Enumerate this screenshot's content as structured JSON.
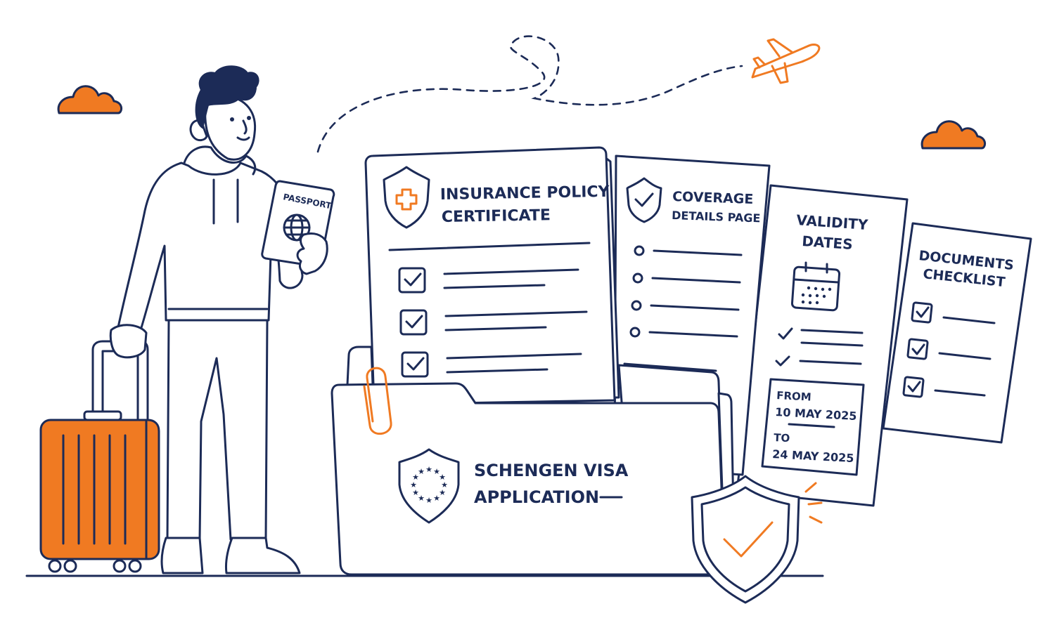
{
  "passport": {
    "label": "PASSPORT"
  },
  "insurance": {
    "title_line1": "INSURANCE POLICY",
    "title_line2": "CERTIFICATE"
  },
  "coverage": {
    "title_line1": "COVERAGE",
    "title_line2": "DETAILS PAGE"
  },
  "validity": {
    "title_line1": "VALIDITY",
    "title_line2": "DATES",
    "from_label": "FROM",
    "from_date": "10 MAY 2025",
    "to_label": "TO",
    "to_date": "24 MAY 2025"
  },
  "checklist": {
    "title_line1": "DOCUMENTS",
    "title_line2": "CHECKLIST"
  },
  "folder": {
    "title_line1": "SCHENGEN VISA",
    "title_line2": "APPLICATION"
  },
  "colors": {
    "line": "#1c2b57",
    "accent": "#f07a22",
    "background": "#ffffff"
  },
  "icons": [
    "cloud-icon",
    "airplane-icon",
    "medical-cross-shield-icon",
    "check-shield-icon",
    "calendar-icon",
    "eu-stars-shield-icon",
    "verified-shield-icon",
    "paperclip-icon",
    "globe-icon",
    "suitcase-icon"
  ]
}
